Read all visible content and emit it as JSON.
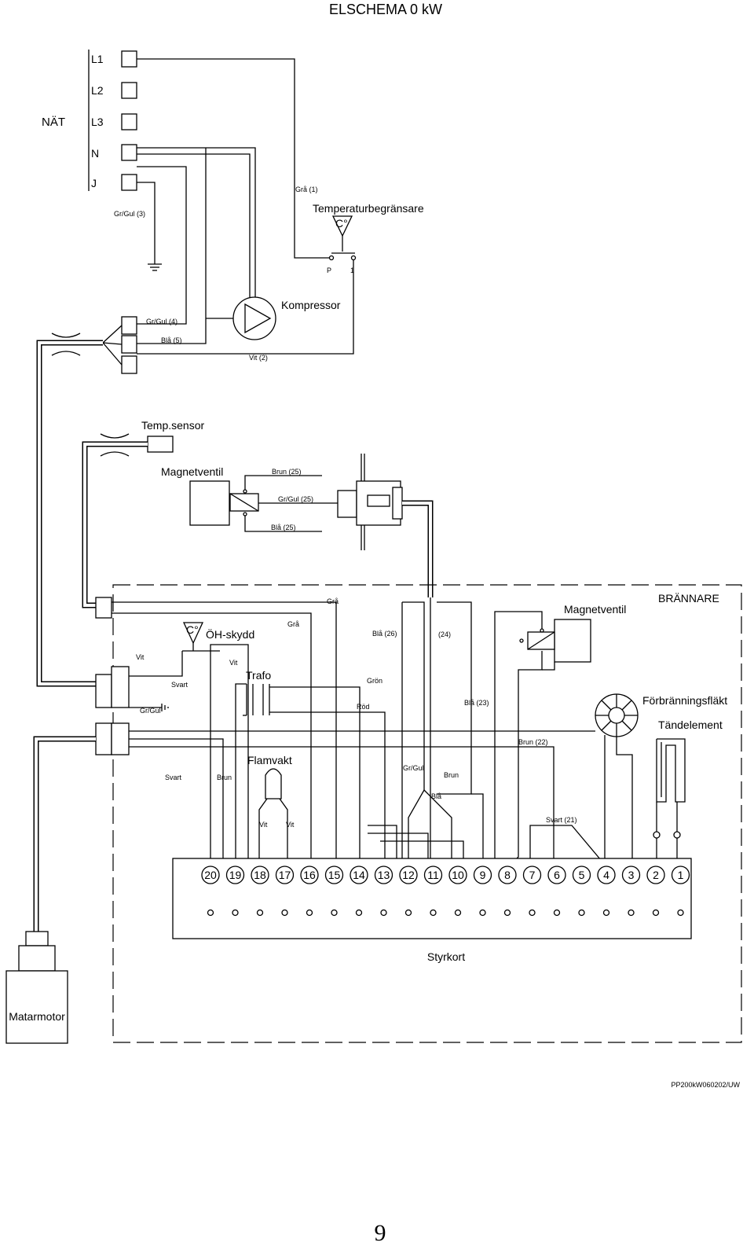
{
  "title": "ELSCHEMA  0 kW",
  "page_number": "9",
  "doc_code": "PP200kW060202/UW",
  "net": {
    "label": "NÄT",
    "terminals": [
      "L1",
      "L2",
      "L3",
      "N",
      "J"
    ]
  },
  "components": {
    "temp_limiter": "Temperaturbegränsare",
    "compressor": "Kompressor",
    "temp_sensor": "Temp.sensor",
    "solenoid_valve_1": "Magnetventil",
    "solenoid_valve_2": "Magnetventil",
    "burner": "BRÄNNARE",
    "overheat": "ÖH-skydd",
    "transformer": "Trafo",
    "flame_guard": "Flamvakt",
    "combustion_fan": "Förbränningsfläkt",
    "igniter": "Tändelement",
    "control_board": "Styrkort",
    "feed_motor": "Matarmotor",
    "celsius_1": "C°",
    "celsius_2": "C°",
    "limiter_p": "P",
    "limiter_1": "1"
  },
  "wire_labels": {
    "gra_1": "Grå (1)",
    "grgul_3": "Gr/Gul (3)",
    "grgul_4": "Gr/Gul (4)",
    "bla_5": "Blå (5)",
    "vit_2": "Vit (2)",
    "brun_25": "Brun (25)",
    "grgul_25": "Gr/Gul (25)",
    "bla_25": "Blå (25)",
    "gra_a": "Grå",
    "gra_b": "Grå",
    "bla_26": "Blå (26)",
    "n24": "(24)",
    "vit_a": "Vit",
    "vit_b": "Vit",
    "svart_a": "Svart",
    "grgul_a": "Gr/Gul",
    "gron": "Grön",
    "rod": "Röd",
    "bla_23": "Blå (23)",
    "brun_22": "Brun (22)",
    "svart_b": "Svart",
    "brun_a": "Brun",
    "grgul_b": "Gr/Gul",
    "brun_b": "Brun",
    "bla_a": "Blå",
    "vit_c": "Vit",
    "vit_d": "Vit",
    "svart_21": "Svart (21)"
  },
  "board_terminals": [
    "20",
    "19",
    "18",
    "17",
    "16",
    "15",
    "14",
    "13",
    "12",
    "11",
    "10",
    "9",
    "8",
    "7",
    "6",
    "5",
    "4",
    "3",
    "2",
    "1"
  ]
}
